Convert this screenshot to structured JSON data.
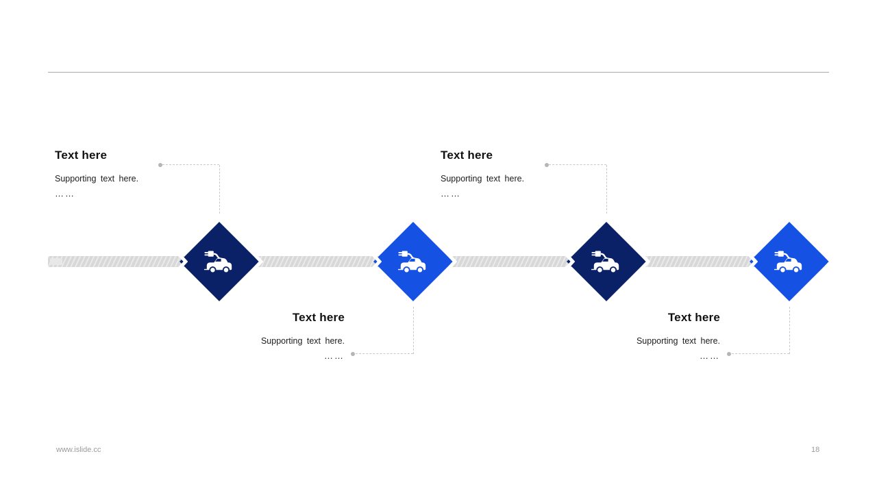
{
  "footer": {
    "url": "www.islide.cc",
    "page": "18"
  },
  "colors": {
    "navy": "#0b2167",
    "blue": "#1551e2",
    "timeline_bar": "#d8d8d8"
  },
  "icons": {
    "diamond_icon": "electric-car-icon",
    "connector_icon": "arrow-chevron-icon"
  },
  "items": [
    {
      "title": "Text here",
      "supporting": "Supporting text here.",
      "ellipsis": "……",
      "color": "#0b2167",
      "position": "top"
    },
    {
      "title": "Text here",
      "supporting": "Supporting text here.",
      "ellipsis": "……",
      "color": "#1551e2",
      "position": "bottom"
    },
    {
      "title": "Text here",
      "supporting": "Supporting text here.",
      "ellipsis": "……",
      "color": "#0b2167",
      "position": "top"
    },
    {
      "title": "Text here",
      "supporting": "Supporting text here.",
      "ellipsis": "……",
      "color": "#1551e2",
      "position": "bottom"
    }
  ]
}
